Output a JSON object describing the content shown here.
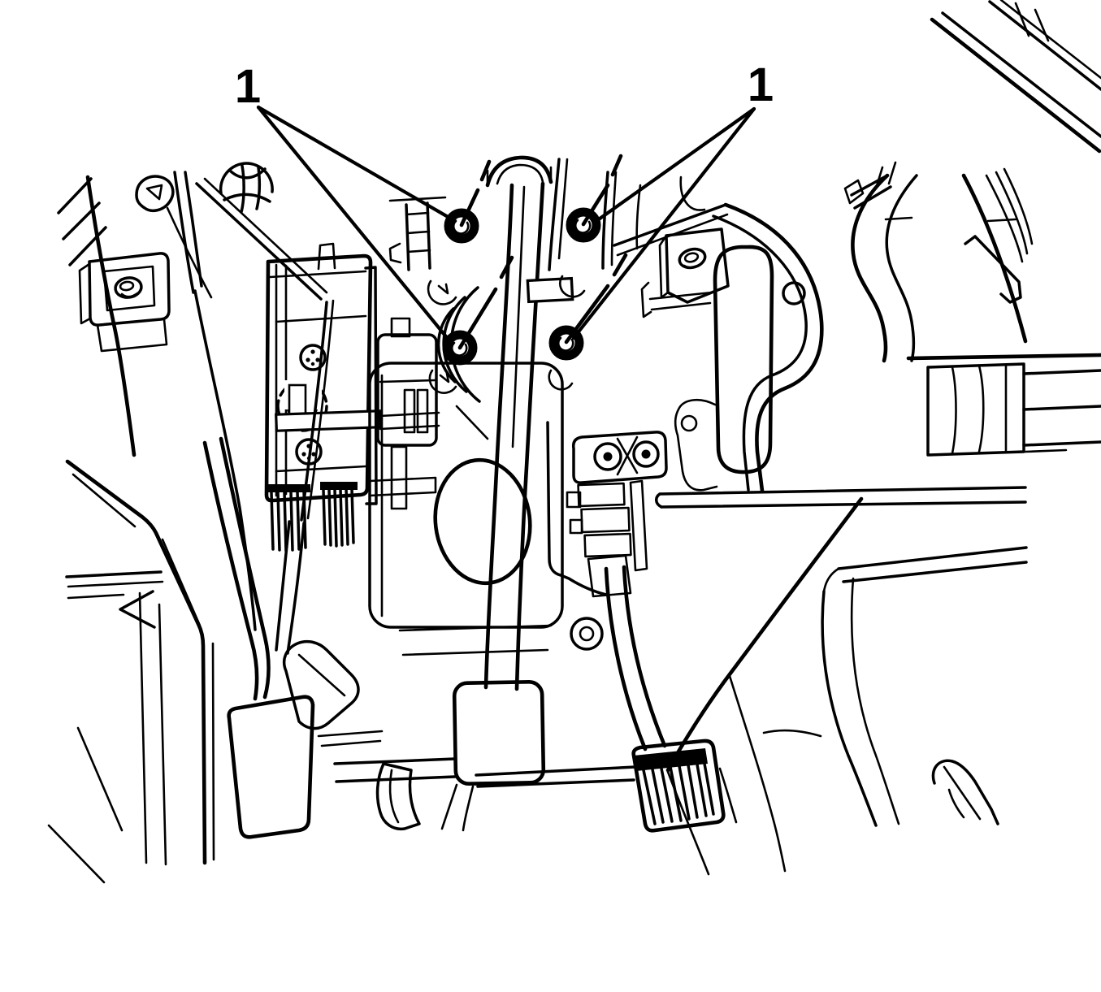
{
  "figure": {
    "description": "Black-and-white service-manual line illustration of the pedal area: clutch pedal, brake pedal, accelerator pedal and pedal-bracket mounting nuts on the dash panel",
    "background_color": "#ffffff",
    "line_color": "#000000",
    "callouts": [
      {
        "label": "1",
        "side": "left",
        "points_to": "two pedal-bracket mounting nuts (left pair)"
      },
      {
        "label": "1",
        "side": "right",
        "points_to": "two pedal-bracket mounting nuts (right pair)"
      }
    ]
  }
}
